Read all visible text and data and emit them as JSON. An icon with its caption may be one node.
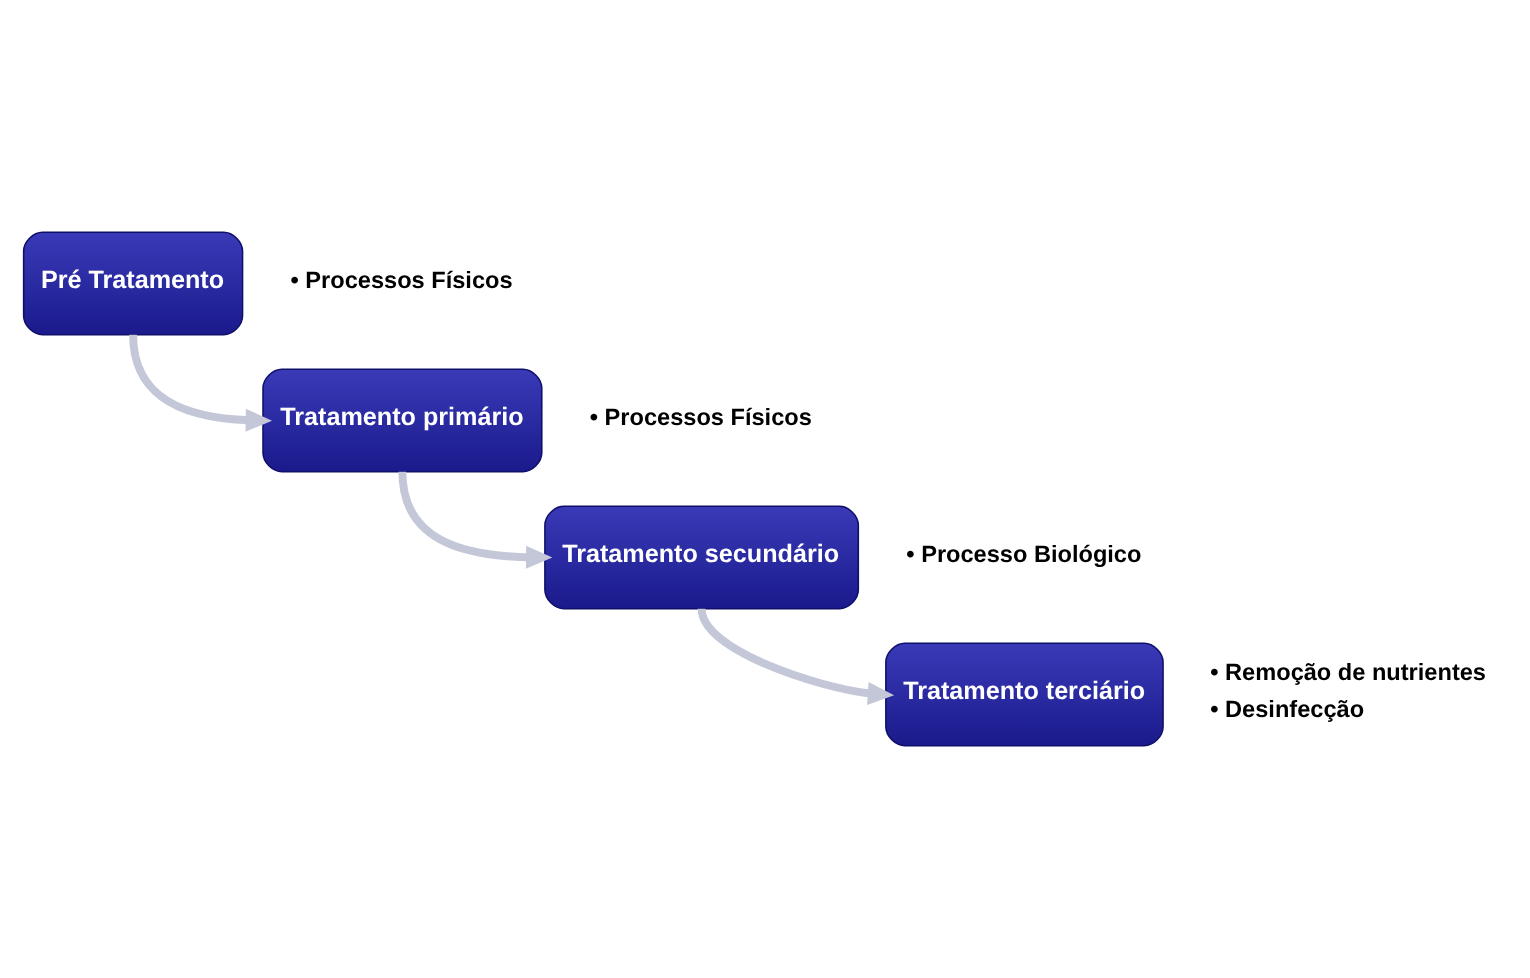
{
  "diagram": {
    "nodes": [
      {
        "text": [
          "Pré Tratamento"
        ],
        "beside": [
          "• Processos Físicos"
        ]
      },
      {
        "text": [
          "Tratamento primário"
        ],
        "beside": [
          "• Processos Físicos"
        ]
      },
      {
        "text": [
          "Tratamento secundário"
        ],
        "beside": [
          "• Processo Biológico"
        ]
      },
      {
        "text": [
          "Tratamento terciário"
        ],
        "beside": [
          "• Remoção de nutrientes",
          "• Desinfecção"
        ]
      }
    ],
    "edges": [
      {
        "from": 0,
        "to": 1,
        "arrow": "to"
      },
      {
        "from": 1,
        "to": 2,
        "arrow": "to"
      },
      {
        "from": 2,
        "to": 3,
        "arrow": "to"
      }
    ]
  }
}
